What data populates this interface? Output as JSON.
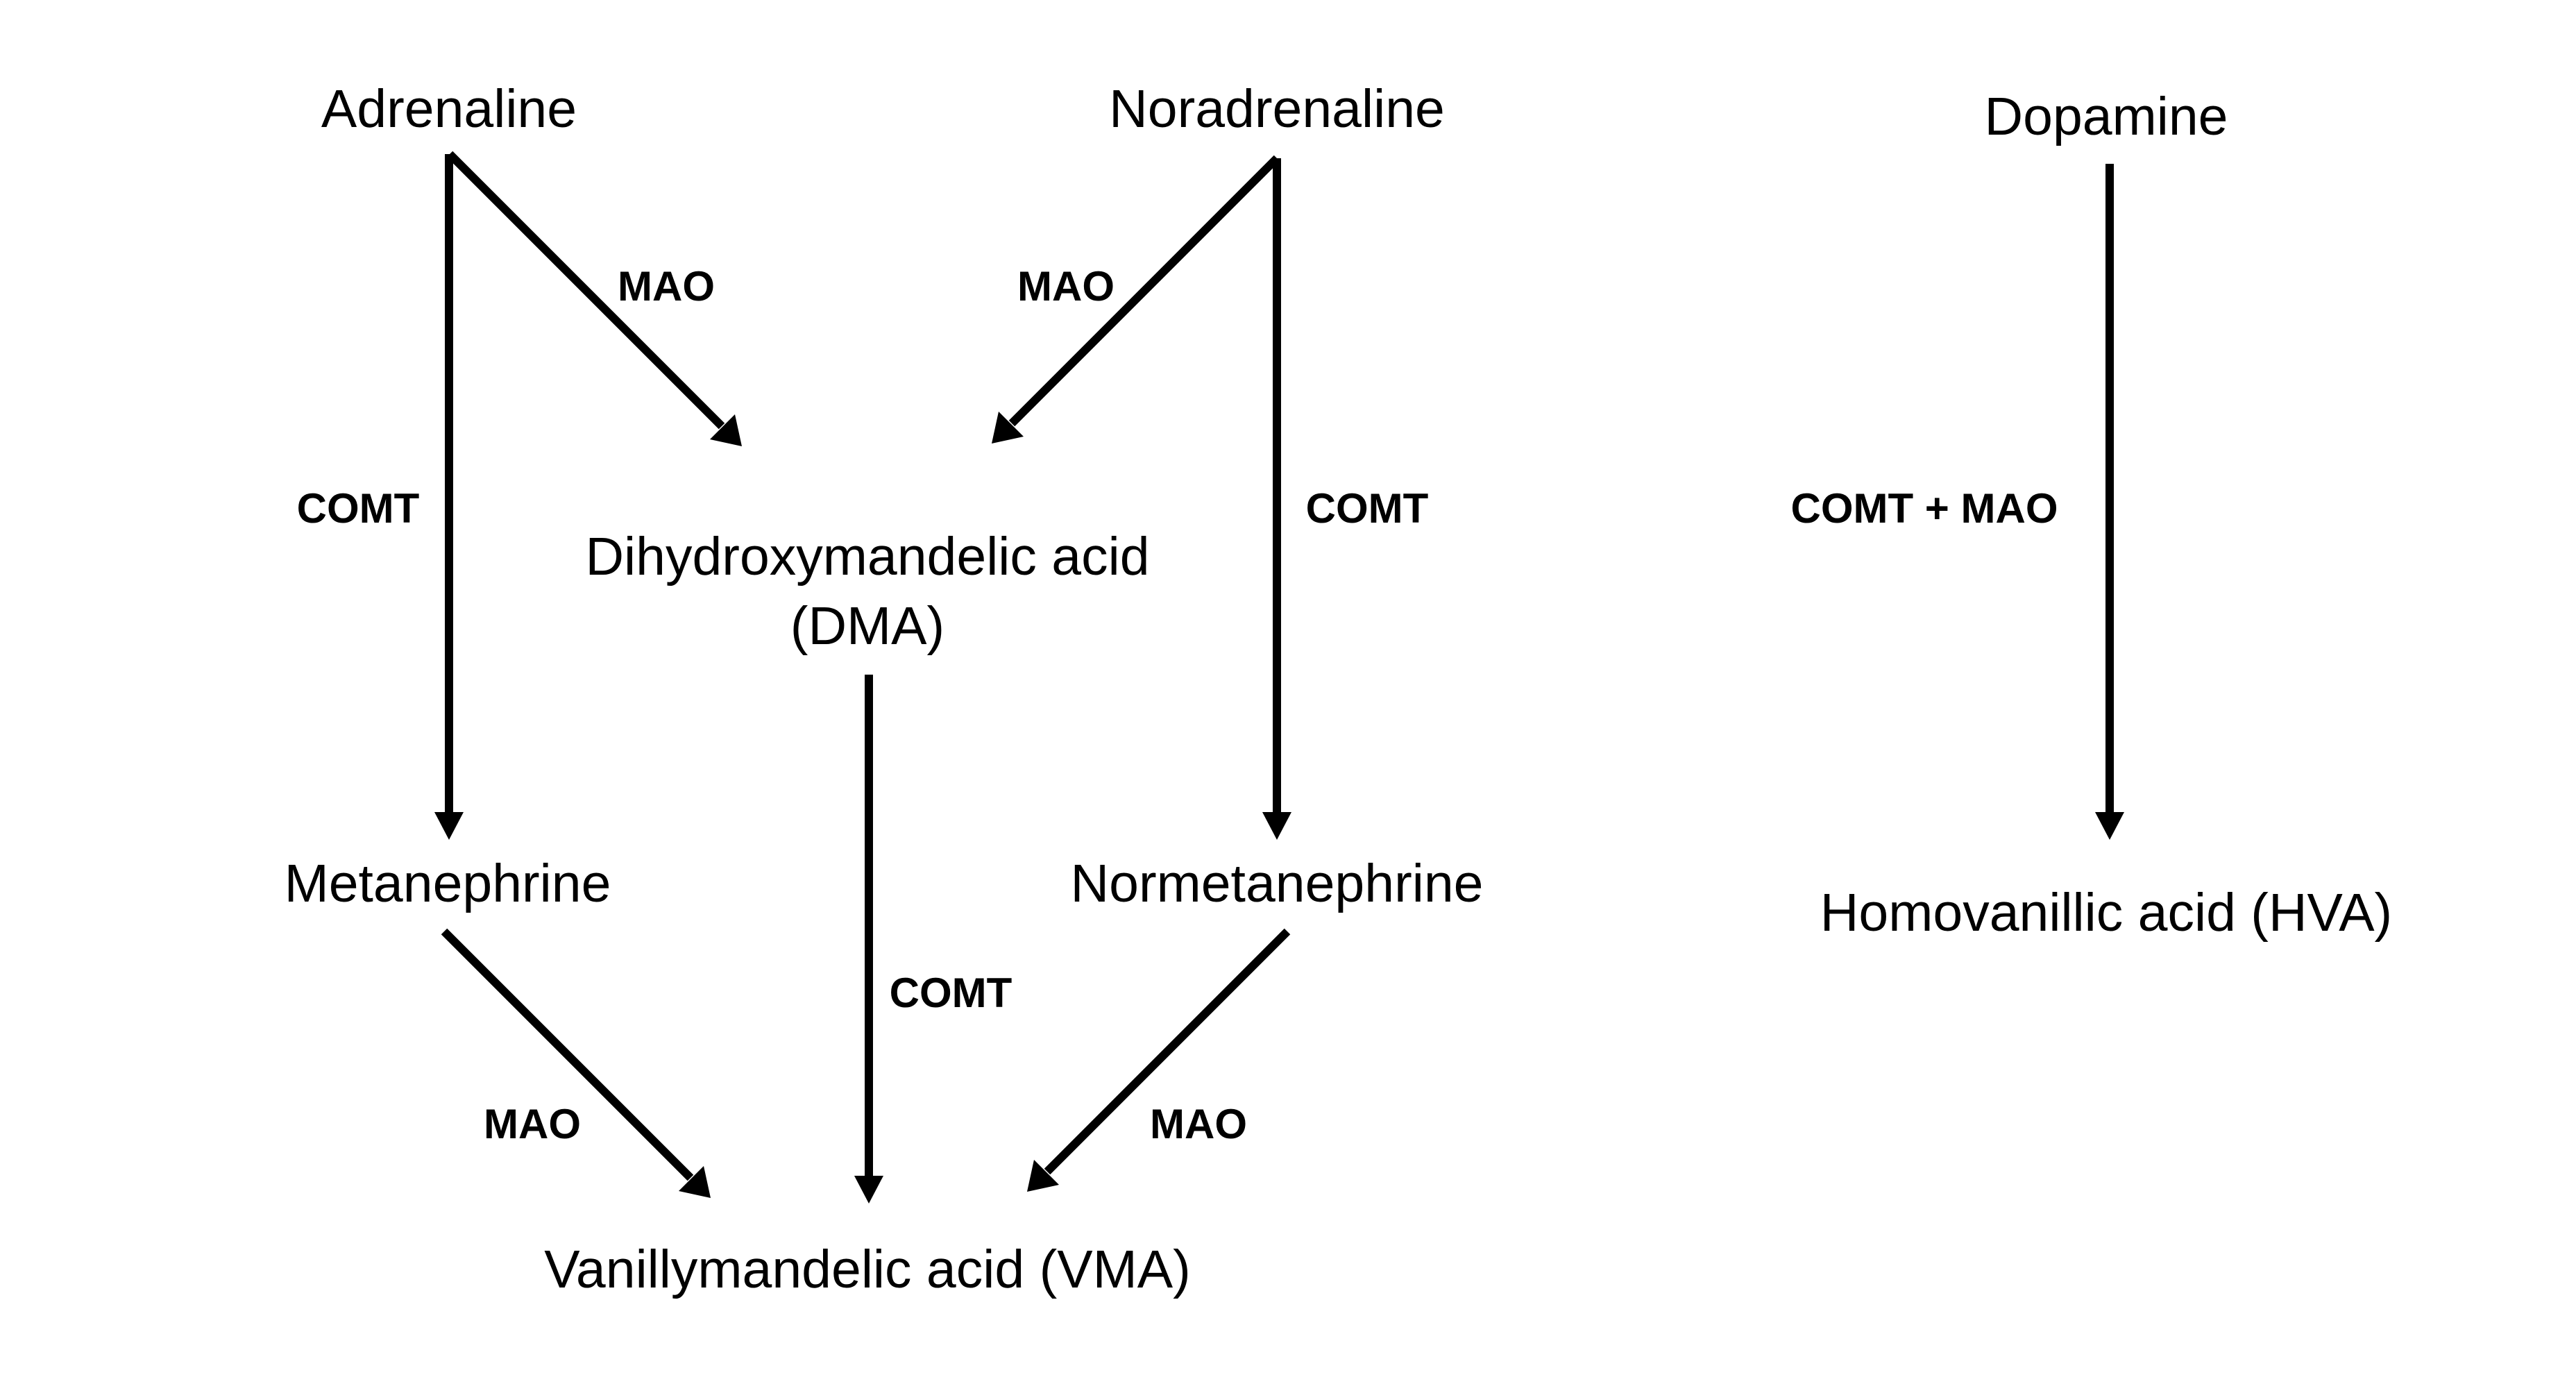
{
  "nodes": {
    "adrenaline": "Adrenaline",
    "noradrenaline": "Noradrenaline",
    "dopamine": "Dopamine",
    "dma_name": "Dihydroxymandelic acid",
    "dma_abbr": "(DMA)",
    "metanephrine": "Metanephrine",
    "normetanephrine": "Normetanephrine",
    "hva": "Homovanillic acid (HVA)",
    "vma": "Vanillymandelic acid (VMA)"
  },
  "edges": {
    "adrenaline_to_dma": "MAO",
    "noradrenaline_to_dma": "MAO",
    "adrenaline_to_metanephrine": "COMT",
    "noradrenaline_to_normetanephrine": "COMT",
    "dopamine_to_hva": "COMT + MAO",
    "dma_to_vma": "COMT",
    "metanephrine_to_vma": "MAO",
    "normetanephrine_to_vma": "MAO"
  },
  "colors": {
    "arrow": "#000000",
    "text": "#000000",
    "background": "#ffffff"
  }
}
